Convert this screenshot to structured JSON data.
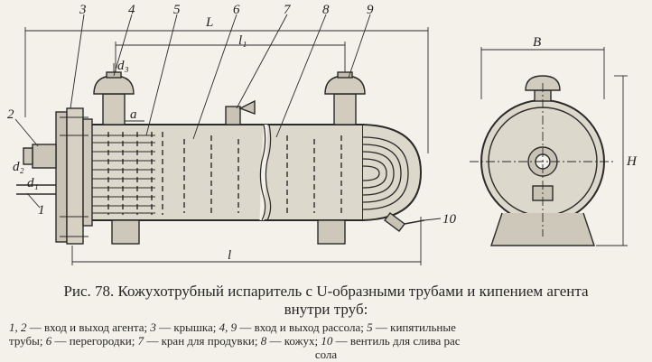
{
  "callouts": {
    "c1": "1",
    "c2": "2",
    "c3": "3",
    "c4": "4",
    "c5": "5",
    "c6": "6",
    "c7": "7",
    "c8": "8",
    "c9": "9",
    "c10": "10"
  },
  "dimensions": {
    "L": "L",
    "l1": "l₁",
    "l": "l",
    "a": "a",
    "d1": "d₁",
    "d2": "d₂",
    "d3": "d₃",
    "B": "B",
    "H": "H"
  },
  "caption": {
    "title_line1": "Рис. 78. Кожухотрубный испаритель с U-образными трубами и кипением агента",
    "title_line2": "внутри труб:",
    "legend": [
      {
        "num": "1, 2",
        "text": " — вход и выход агента; "
      },
      {
        "num": "3",
        "text": " — крышка; "
      },
      {
        "num": "4, 9",
        "text": " — вход  и выход рассола; "
      },
      {
        "num": "5",
        "text": " — кипятильные"
      }
    ],
    "legend_line2": [
      {
        "num": "",
        "text": "трубы; "
      },
      {
        "num": "6",
        "text": " — перегородки; "
      },
      {
        "num": "7",
        "text": " — кран для продувки; "
      },
      {
        "num": "8",
        "text": " — кожух; "
      },
      {
        "num": "10",
        "text": " — вентиль для слива рас"
      }
    ],
    "legend_line3": "сола"
  },
  "colors": {
    "ink": "#2a2a2a",
    "paper": "#f4f1ea"
  }
}
